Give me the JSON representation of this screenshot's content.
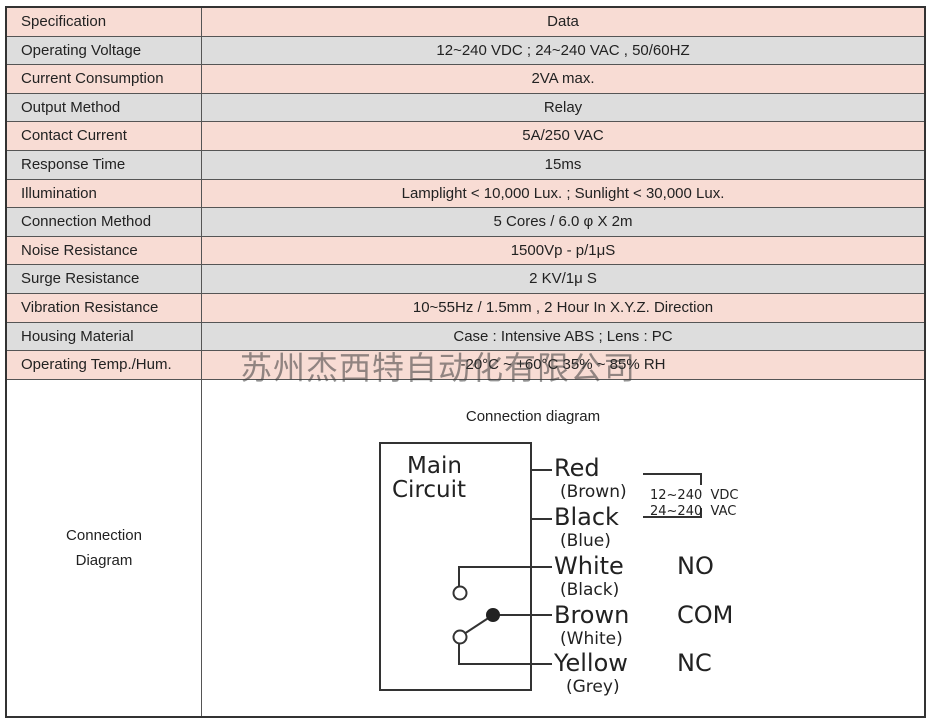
{
  "table": {
    "header": {
      "label": "Specification",
      "value": "Data"
    },
    "rows": [
      {
        "label": "Operating Voltage",
        "value": "12~240 VDC ; 24~240 VAC , 50/60HZ"
      },
      {
        "label": "Current Consumption",
        "value": "2VA max."
      },
      {
        "label": "Output Method",
        "value": "Relay"
      },
      {
        "label": "Contact Current",
        "value": "5A/250 VAC"
      },
      {
        "label": "Response Time",
        "value": "15ms"
      },
      {
        "label": "Illumination",
        "value": "Lamplight < 10,000 Lux. ; Sunlight < 30,000 Lux."
      },
      {
        "label": "Connection Method",
        "value": "5 Cores / 6.0 φ X 2m"
      },
      {
        "label": "Noise Resistance",
        "value": "1500Vp - p/1μS"
      },
      {
        "label": "Surge Resistance",
        "value": "2 KV/1μ S"
      },
      {
        "label": "Vibration Resistance",
        "value": "10~55Hz / 1.5mm , 2 Hour In X.Y.Z. Direction"
      },
      {
        "label": "Housing Material",
        "value": "Case : Intensive ABS ; Lens : PC"
      },
      {
        "label": "Operating Temp./Hum.",
        "value": "-20°C ~ +60°C 35% ~ 85% RH"
      }
    ],
    "diagram_row_label_line1": "Connection",
    "diagram_row_label_line2": "Diagram"
  },
  "diagram": {
    "title": "Connection diagram",
    "box_line1": "Main",
    "box_line2": "Circuit",
    "wires": [
      {
        "color": "Red",
        "alt": "(Brown)"
      },
      {
        "color": "Black",
        "alt": "(Blue)"
      },
      {
        "color": "White",
        "alt": "(Black)",
        "contact": "NO"
      },
      {
        "color": "Brown",
        "alt": "(White)",
        "contact": "COM"
      },
      {
        "color": "Yellow",
        "alt": "(Grey)",
        "contact": "NC"
      }
    ],
    "supply_line1": "12~240  VDC",
    "supply_line2": "24~240  VAC"
  },
  "watermark": "苏州杰西特自动化有限公司",
  "colors": {
    "pink_row": "#f8dcd4",
    "grey_row": "#dddddd",
    "line": "#333333"
  }
}
